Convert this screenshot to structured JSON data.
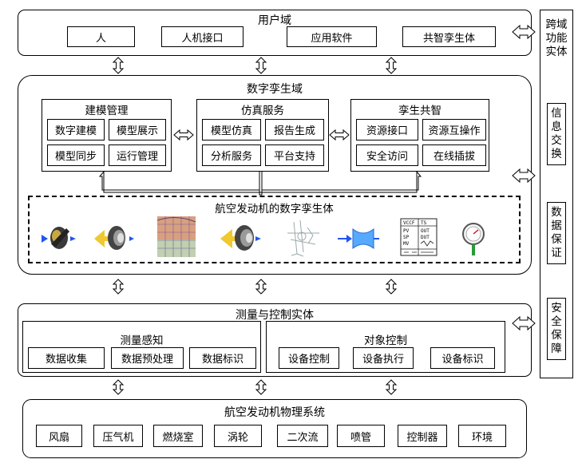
{
  "user_domain": {
    "title": "用户域",
    "items": [
      "人",
      "人机接口",
      "应用软件",
      "共智孪生体"
    ]
  },
  "cross_domain": {
    "title_lines": [
      "跨域",
      "功能",
      "实体"
    ],
    "boxes": [
      {
        "lines": [
          "信",
          "息",
          "交",
          "换"
        ]
      },
      {
        "lines": [
          "数",
          "据",
          "保",
          "证"
        ]
      },
      {
        "lines": [
          "安",
          "全",
          "保",
          "障"
        ]
      }
    ]
  },
  "twin_domain": {
    "title": "数字孪生域",
    "modeling": {
      "title": "建模管理",
      "items": [
        "数字建模",
        "模型展示",
        "模型同步",
        "运行管理"
      ]
    },
    "simulation": {
      "title": "仿真服务",
      "items": [
        "模型仿真",
        "报告生成",
        "分析服务",
        "平台支持"
      ]
    },
    "sharing": {
      "title": "孪生共智",
      "items": [
        "资源接口",
        "资源互操作",
        "安全访问",
        "在线插拔"
      ]
    },
    "engine_twin": {
      "title": "航空发动机的数字孪生体",
      "icons": [
        "fan-icon",
        "compressor-icon",
        "combustor-mesh-icon",
        "turbine-icon",
        "secondary-flow-icon",
        "nozzle-icon",
        "controller-panel-icon",
        "gauge-icon"
      ]
    }
  },
  "measure_domain": {
    "title": "测量与控制实体",
    "sensing": {
      "title": "测量感知",
      "items": [
        "数据收集",
        "数据预处理",
        "数据标识"
      ]
    },
    "control": {
      "title": "对象控制",
      "items": [
        "设备控制",
        "设备执行",
        "设备标识"
      ]
    }
  },
  "physical_domain": {
    "title": "航空发动机物理系统",
    "items": [
      "风扇",
      "压气机",
      "燃烧室",
      "涡轮",
      "二次流",
      "喷管",
      "控制器",
      "环境"
    ]
  },
  "controller_icon_labels": [
    "VCCF",
    "TS",
    "PV",
    "SP",
    "MV",
    "OUT",
    "DUT"
  ]
}
